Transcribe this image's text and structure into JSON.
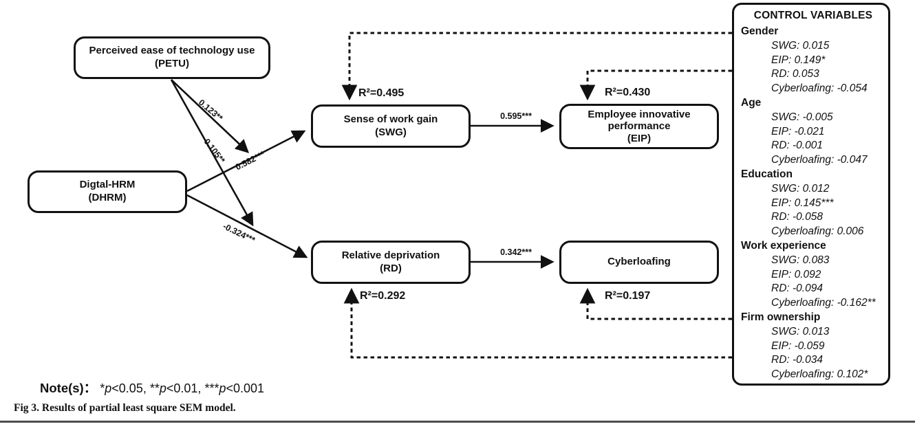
{
  "colors": {
    "ink": "#111111",
    "background": "#ffffff"
  },
  "boxes": {
    "petu": {
      "line1": "Perceived ease of technology use",
      "line2": "(PETU)"
    },
    "dhrm": {
      "line1": "Digtal-HRM",
      "line2": "(DHRM)"
    },
    "swg": {
      "line1": "Sense of work gain",
      "line2": "(SWG)",
      "r2": "R²=0.495"
    },
    "eip": {
      "line1": "Employee innovative",
      "line2": "performance",
      "line3": "(EIP)",
      "r2": "R²=0.430"
    },
    "rd": {
      "line1": "Relative deprivation",
      "line2": "(RD)",
      "r2": "R²=0.292"
    },
    "cyberloafing": {
      "line1": "Cyberloafing",
      "r2": "R²=0.197"
    }
  },
  "paths": {
    "petu_moderates_dhrm_swg": "0.123**",
    "petu_moderates_dhrm_rd": "-0.105**",
    "dhrm_to_swg": "0.582***",
    "dhrm_to_rd": "-0.324***",
    "swg_to_eip": "0.595***",
    "rd_to_cyberloafing": "0.342***"
  },
  "control_variables": {
    "title": "CONTROL VARIABLES",
    "groups": [
      {
        "name": "Gender",
        "values": [
          "SWG: 0.015",
          "EIP: 0.149*",
          "RD: 0.053",
          "Cyberloafing: -0.054"
        ]
      },
      {
        "name": "Age",
        "values": [
          "SWG: -0.005",
          "EIP: -0.021",
          "RD: -0.001",
          "Cyberloafing: -0.047"
        ]
      },
      {
        "name": "Education",
        "values": [
          "SWG: 0.012",
          "EIP: 0.145***",
          "RD: -0.058",
          "Cyberloafing: 0.006"
        ]
      },
      {
        "name": "Work experience",
        "values": [
          "SWG: 0.083",
          "EIP: 0.092",
          "RD: -0.094",
          "Cyberloafing: -0.162**"
        ]
      },
      {
        "name": "Firm ownership",
        "values": [
          "SWG: 0.013",
          "EIP: -0.059",
          "RD: -0.034",
          "Cyberloafing: 0.102*"
        ]
      }
    ]
  },
  "figure": {
    "note": {
      "label": "Note(s)：",
      "sig1": "*",
      "p": "p",
      "v1": "<0.05,",
      "sig2": "**",
      "v2": "<0.01,",
      "sig3": "***",
      "v3": "<0.001"
    },
    "caption": "Fig 3. Results of partial least square SEM model."
  }
}
